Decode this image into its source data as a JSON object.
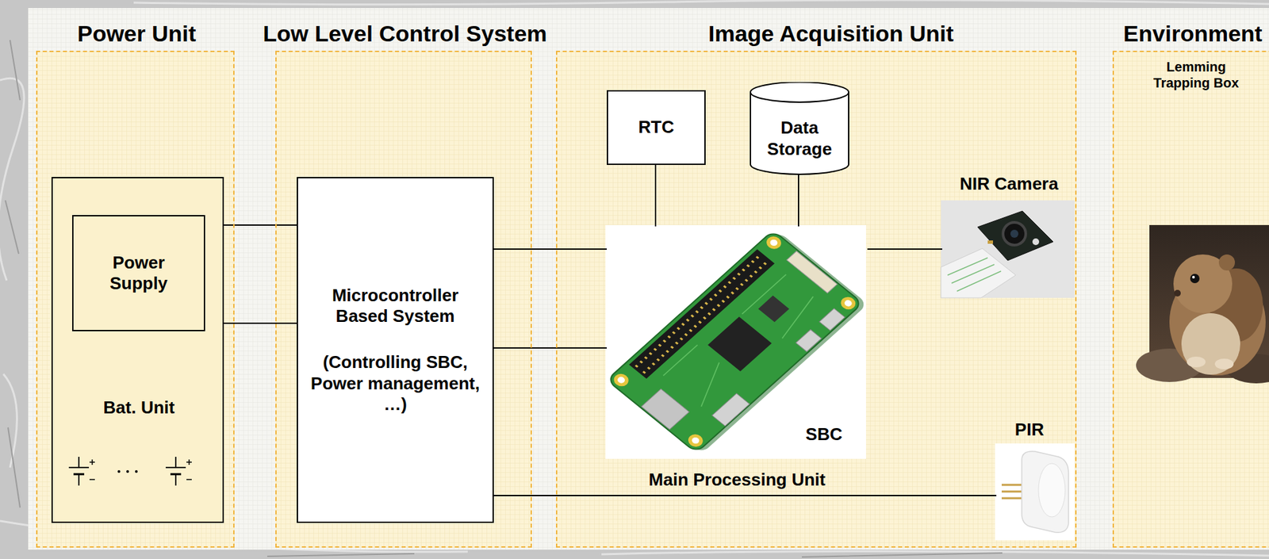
{
  "diagram": {
    "nodes": [
      {
        "text": [
          "Power Unit"
        ]
      },
      {
        "text": [
          "Bat. Unit"
        ],
        "in": 0
      },
      {
        "text": [
          "Power Supply"
        ],
        "in": 1
      },
      {
        "text": [
          "Low Level Control System"
        ]
      },
      {
        "text": [
          "Microcontroller Based System",
          "(Controlling SBC, Power management, …)"
        ],
        "in": 3
      },
      {
        "text": [
          "Image Acquisition Unit"
        ]
      },
      {
        "text": [
          "RTC"
        ],
        "in": 5
      },
      {
        "text": [
          "Data Storage"
        ],
        "in": 5
      },
      {
        "text": [
          "SBC",
          "Main Processing Unit"
        ],
        "in": 5
      },
      {
        "text": [
          "NIR Camera"
        ],
        "in": 5
      },
      {
        "text": [
          "PIR"
        ],
        "in": 5
      },
      {
        "text": [
          "Environment"
        ]
      }
    ],
    "edges": [
      {
        "from": 1,
        "to": 4,
        "arrow": "none"
      },
      {
        "from": 1,
        "to": 4,
        "arrow": "none"
      },
      {
        "from": 4,
        "to": 8,
        "arrow": "none"
      },
      {
        "from": 4,
        "to": 8,
        "arrow": "none"
      },
      {
        "from": 4,
        "to": 10,
        "arrow": "none"
      },
      {
        "from": 6,
        "to": 8,
        "arrow": "none"
      },
      {
        "from": 7,
        "to": 8,
        "arrow": "none"
      },
      {
        "from": 8,
        "to": 9,
        "arrow": "none"
      }
    ],
    "labels": [
      "Lemming Trapping Box"
    ]
  }
}
